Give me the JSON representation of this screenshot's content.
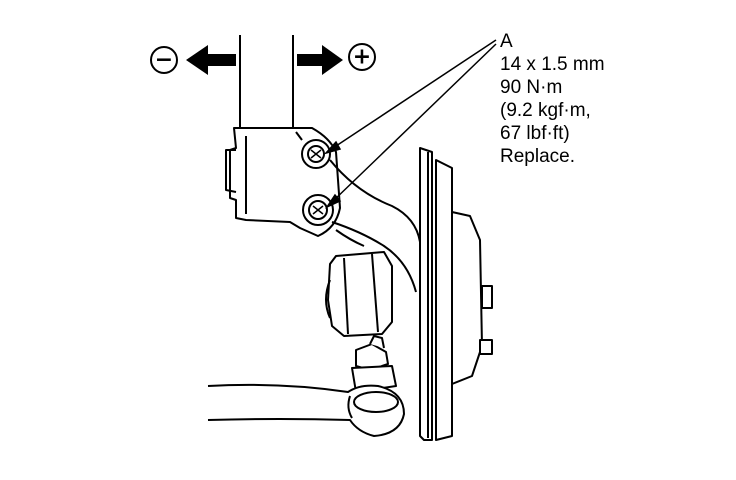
{
  "callout": {
    "label": "A",
    "size": "14 x 1.5 mm",
    "torque_nm": "90 N·m",
    "torque_kgfm": "(9.2 kgf·m,",
    "torque_lbfft": "67 lbf·ft)",
    "action": "Replace."
  },
  "direction": {
    "minus": "−",
    "plus": "+"
  },
  "colors": {
    "line": "#000000",
    "background": "#ffffff"
  }
}
